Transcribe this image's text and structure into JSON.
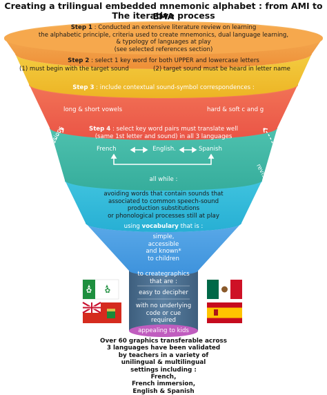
{
  "title": {
    "line1": "Creating a trilingual embedded mnemonic alphabet : from AMI to EMA",
    "line2": "The iterative process"
  },
  "step1": {
    "lead": "Step 1",
    "line1": " : Conducted an extensive literature review on learning",
    "line2": "the alphabetic principle, criteria used to create mnemonics, dual language learning,",
    "line3": "& typology of languages at play",
    "line4": "(see selected references section)"
  },
  "step2": {
    "lead": "Step 2",
    "line1": " : select 1 key word for both UPPER and lowercase letters",
    "left": "(1) must begin with the target sound",
    "right": "(2) target sound must be heard in letter name"
  },
  "step3": {
    "lead": "Step 3",
    "line1": " : include contextual sound-symbol correspondences :",
    "left": "long & short vowels",
    "right": "hard & soft c and g"
  },
  "step4": {
    "lead": "Step 4",
    "line1": " : select key word pairs must translate well",
    "line2": "(same 1st letter and sound) in all 3 languages",
    "lang1": "French",
    "lang2": "English.",
    "lang3": "Spanish"
  },
  "revisions": {
    "left": "revisions",
    "right": "revisions"
  },
  "allwhile": {
    "heading": "all while :",
    "line1": "avoiding words that contain sounds that",
    "line2": "associated to common speech-sound",
    "line3": "production substitutions",
    "line4": "or phonological processes still at play"
  },
  "vocab": {
    "pre": "using ",
    "bold": "vocabulary",
    "post": " that is :",
    "line1": "simple,",
    "line2": "accessible",
    "line3": "and known*",
    "line4": "to children"
  },
  "graphics": {
    "line1": "to creategraphics",
    "line2": "that are :",
    "item1": "easy to decipher",
    "item2a": "with no underlying",
    "item2b": "code or cue",
    "item2c": "required",
    "item3": "appealing to kids"
  },
  "footer": {
    "line1": "Over 60 graphics transferable across",
    "line2": "3 languages have been validated",
    "line3": "by teachers in a variety of",
    "line4": "unilingual & multilingual",
    "line5": "settings including :",
    "line6": "French,",
    "line7": "French immersion,",
    "line8": "English & Spanish"
  },
  "flags": [
    {
      "name": "franco-ontarian-flag"
    },
    {
      "name": "ontario-flag"
    },
    {
      "name": "mexico-flag"
    },
    {
      "name": "spain-flag"
    }
  ],
  "colors": {
    "band1": "#f29c43",
    "band2": "#f1c232",
    "band3": "#ef6350",
    "band4": "#43b7a5",
    "band5": "#32b9d8",
    "band6": "#4b9fe3",
    "pillar": "#4f7394",
    "appeal": "#c05dbf"
  }
}
